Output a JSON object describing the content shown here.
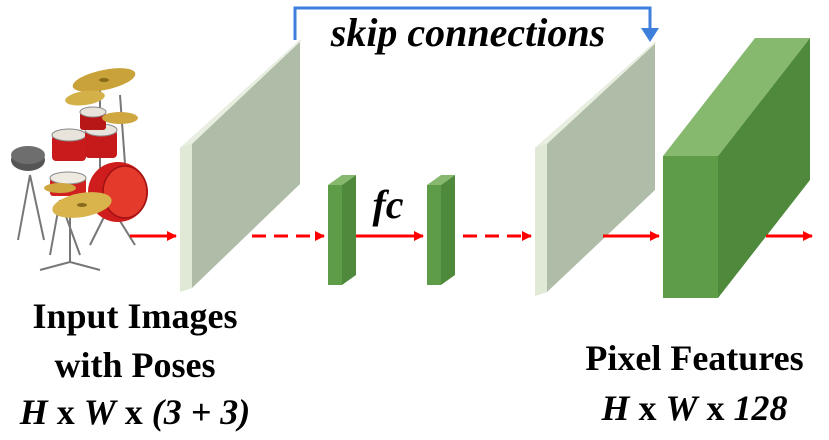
{
  "skip_label": "skip connections",
  "fc_label": "fc",
  "input": {
    "line1": "Input Images",
    "line2": "with Poses",
    "dims": {
      "h": "H",
      "x1": " x ",
      "w": "W",
      "x2": " x ",
      "c": "(3 + 3)"
    }
  },
  "output": {
    "line1": "Pixel Features",
    "dims": {
      "h": "H",
      "x1": " x ",
      "w": "W",
      "x2": " x ",
      "c": "128"
    }
  },
  "colors": {
    "skip_arrow": "#3f7fdc",
    "flow_arrow": "#ff0000",
    "pale_front": "#afbca7",
    "pale_side": "#dfe9d6",
    "green_front": "#5f9c48",
    "green_top": "#86b86e",
    "green_side": "#4f8a3c"
  },
  "icons": {
    "input_image": "drum-kit-image"
  }
}
